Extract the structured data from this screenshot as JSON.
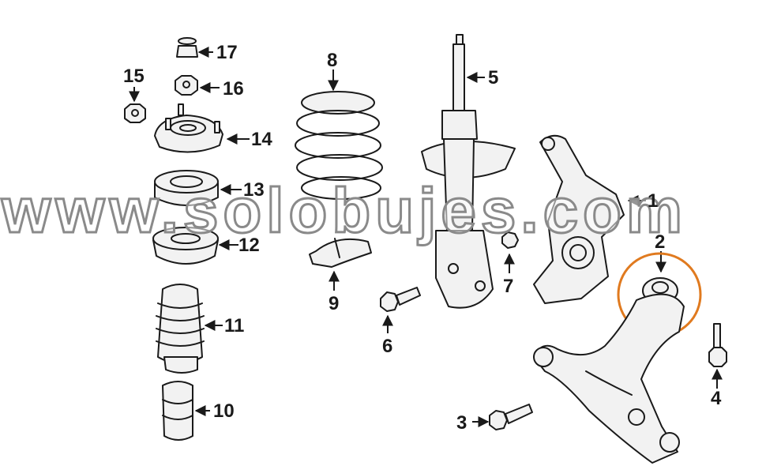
{
  "watermark": "www.solobujes.com",
  "labels": {
    "p1": "1",
    "p2": "2",
    "p3": "3",
    "p4": "4",
    "p5": "5",
    "p6": "6",
    "p7": "7",
    "p8": "8",
    "p9": "9",
    "p10": "10",
    "p11": "11",
    "p12": "12",
    "p13": "13",
    "p14": "14",
    "p15": "15",
    "p16": "16",
    "p17": "17"
  },
  "colors": {
    "line": "#1a1a1a",
    "highlight": "#e07a1f",
    "watermark_stroke": "#8a8a8a"
  }
}
